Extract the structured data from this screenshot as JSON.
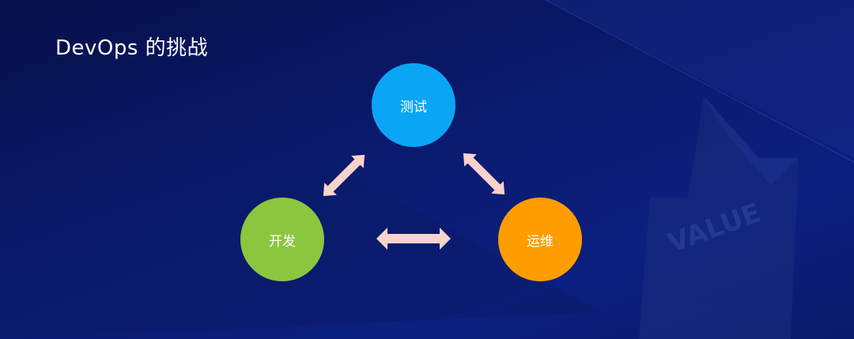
{
  "title": "DevOps 的挑战",
  "nodes": {
    "test": {
      "label": "测试",
      "color": "#0aa6f5"
    },
    "dev": {
      "label": "开发",
      "color": "#8cc63e"
    },
    "ops": {
      "label": "运维",
      "color": "#ff9d00"
    }
  },
  "arrow_color": "#f9d3cc",
  "background": {
    "watermark_text": "VALUE"
  }
}
